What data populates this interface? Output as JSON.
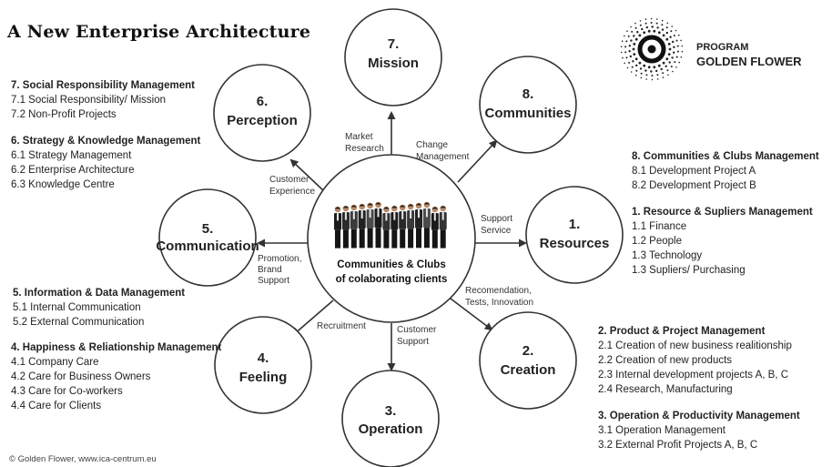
{
  "title": "A New Enterprise Architecture",
  "logo": {
    "line1": "PROGRAM",
    "line2": "GOLDEN FLOWER"
  },
  "nodes": [
    {
      "num": "7.",
      "label": "Mission"
    },
    {
      "num": "8.",
      "label": "Communities"
    },
    {
      "num": "1.",
      "label": "Resources"
    },
    {
      "num": "2.",
      "label": "Creation"
    },
    {
      "num": "3.",
      "label": "Operation"
    },
    {
      "num": "4.",
      "label": "Feeling"
    },
    {
      "num": "5.",
      "label": "Communication"
    },
    {
      "num": "6.",
      "label": "Perception"
    }
  ],
  "center": {
    "line1": "Communities &  Clubs",
    "line2": "of colaborating clients"
  },
  "arrow_labels": {
    "mission": [
      "Market",
      "Research"
    ],
    "communities": [
      "Change",
      "Management"
    ],
    "resources": [
      "Support",
      "Service"
    ],
    "creation": [
      "Recomendation,",
      "Tests, Innovation"
    ],
    "operation": [
      "Customer",
      "Support"
    ],
    "feeling": [
      "Recruitment"
    ],
    "communication": [
      "Promotion,",
      "Brand",
      "Support"
    ],
    "perception": [
      "Customer",
      "Experience"
    ]
  },
  "blocks": {
    "b7": {
      "heading": "7. Social Responsibility Management",
      "items": [
        "7.1 Social Responsibility/ Mission",
        "7.2 Non-Profit Projects"
      ]
    },
    "b6": {
      "heading": "6. Strategy &  Knowledge Management",
      "items": [
        "6.1 Strategy Management",
        "6.2 Enterprise Architecture",
        "6.3 Knowledge Centre"
      ]
    },
    "b5": {
      "heading": "5. Information &  Data Management",
      "items": [
        "5.1 Internal Communication",
        "5.2 External Communication"
      ]
    },
    "b4": {
      "heading": "4. Happiness & Reliationship Management",
      "items": [
        "4.1 Company Care",
        "4.2 Care for Business Owners",
        "4.3 Care for Co-workers",
        "4.4 Care for Clients"
      ]
    },
    "b8": {
      "heading": "8. Communities & Clubs Management",
      "items": [
        "8.1 Development Project A",
        "8.2 Development Project B"
      ]
    },
    "b1": {
      "heading": "1. Resource & Supliers Management",
      "items": [
        "1.1 Finance",
        "1.2 People",
        "1.3 Technology",
        "1.3 Supliers/ Purchasing"
      ]
    },
    "b2": {
      "heading": "2. Product & Project Management",
      "items": [
        "2.1 Creation of new business realitionship",
        "2.2 Creation of new products",
        "2.3 Internal development projects A, B, C",
        "2.4 Research, Manufacturing"
      ]
    },
    "b3": {
      "heading": "3. Operation & Productivity Management",
      "items": [
        "3.1 Operation Management",
        "3.2 External Profit Projects A, B, C"
      ]
    }
  },
  "footer": "© Golden Flower, www.ica-centrum.eu"
}
